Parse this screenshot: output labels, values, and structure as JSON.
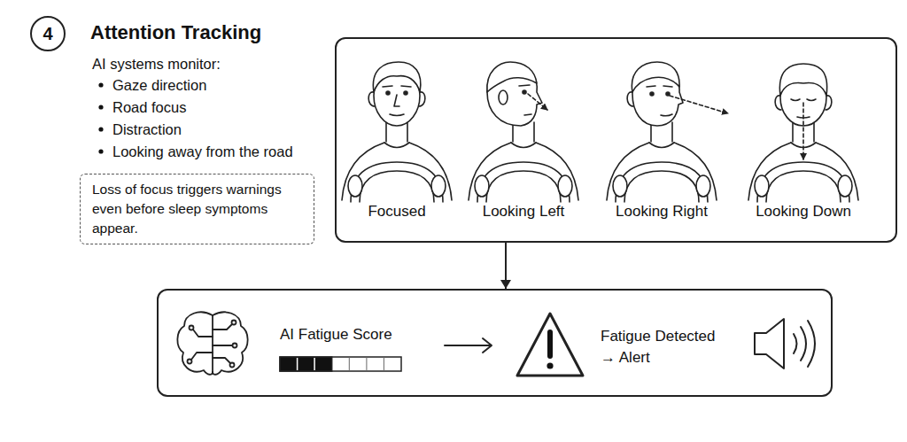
{
  "diagram": {
    "title": "Attention Tracking",
    "nodes": [
      {
        "text": [
          "4"
        ]
      },
      {
        "text": [
          "Loss of focus triggers warnings even before sleep symptoms appear."
        ]
      },
      {
        "text": [
          "Focused",
          "Looking Left",
          "Looking Right",
          "Looking Down"
        ]
      },
      {
        "text": [
          "AI Fatigue Score",
          "Fatigue Detected → Alert"
        ]
      }
    ],
    "edges": [
      {
        "from": 2,
        "to": 3,
        "arrow": "to"
      }
    ],
    "labels": [
      "AI systems monitor:",
      "Gaze direction",
      "Road focus",
      "Distraction",
      "Looking away from the road"
    ]
  }
}
